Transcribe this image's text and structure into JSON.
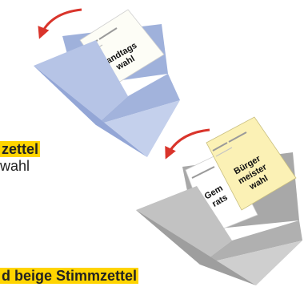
{
  "ballots": [
    {
      "lines": [
        "Landtags",
        "wahl"
      ]
    },
    {
      "lines": [
        "Gem",
        "rats"
      ]
    },
    {
      "lines": [
        "Bürger",
        "meister",
        "wahl"
      ]
    }
  ],
  "text_fragments": {
    "snippet_1": "zettel",
    "snippet_2": "wahl",
    "snippet_3": "d beige Stimmzettel"
  },
  "colors": {
    "blue_envelope": "#a9b9df",
    "grey_envelope": "#b4b4b4",
    "beige_ballot": "#fbf1b5",
    "arrow": "#d9342b",
    "highlight": "#ffd400"
  }
}
